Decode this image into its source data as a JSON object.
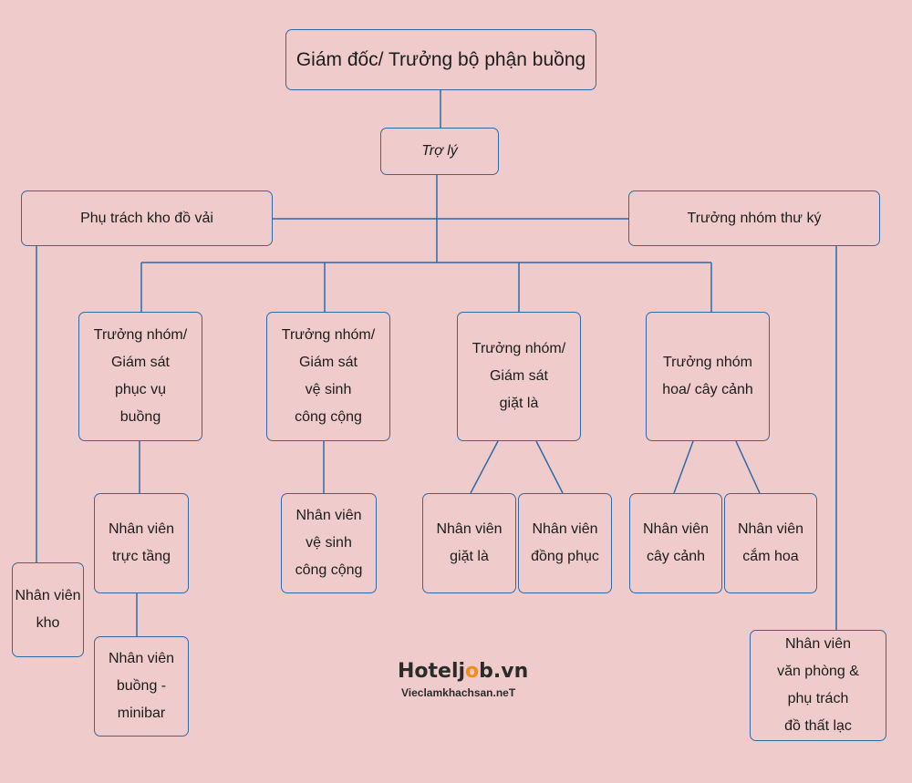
{
  "diagram": {
    "director": "Giám đốc/ Trưởng bộ phận buồng",
    "assistant": "Trợ lý",
    "linen_manager": "Phụ trách kho đồ vải",
    "secretary_lead": "Trưởng nhóm thư ký",
    "supervisor_rooms": "Trưởng nhóm/\nGiám sát\nphục vụ\nbuồng",
    "supervisor_public": "Trưởng nhóm/\nGiám sát\nvệ sinh\ncông cộng",
    "supervisor_laundry": "Trưởng nhóm/\nGiám sát\ngiặt là",
    "lead_flowers": "Trưởng nhóm\nhoa/ cây cảnh",
    "staff_floor": "Nhân viên\ntrực tầng",
    "staff_minibar": "Nhân viên\nbuồng -\nminibar",
    "staff_public": "Nhân viên\nvệ sinh\ncông cộng",
    "staff_laundry": "Nhân viên\ngiặt là",
    "staff_uniform": "Nhân viên\nđồng phục",
    "staff_plants": "Nhân viên\ncây cảnh",
    "staff_flowers": "Nhân viên\ncắm hoa",
    "staff_storage": "Nhân viên\nkho",
    "staff_office": "Nhân viên\nvăn phòng &\nphụ trách\nđồ thất lạc"
  },
  "logo": {
    "brand_prefix": "Hotelj",
    "brand_o": "o",
    "brand_suffix": "b.vn",
    "subtitle": "Vieclamkhachsan.neT",
    "accent_color": "#f28c1e"
  },
  "colors": {
    "background": "#efcccb",
    "line": "#2f6aa6"
  }
}
